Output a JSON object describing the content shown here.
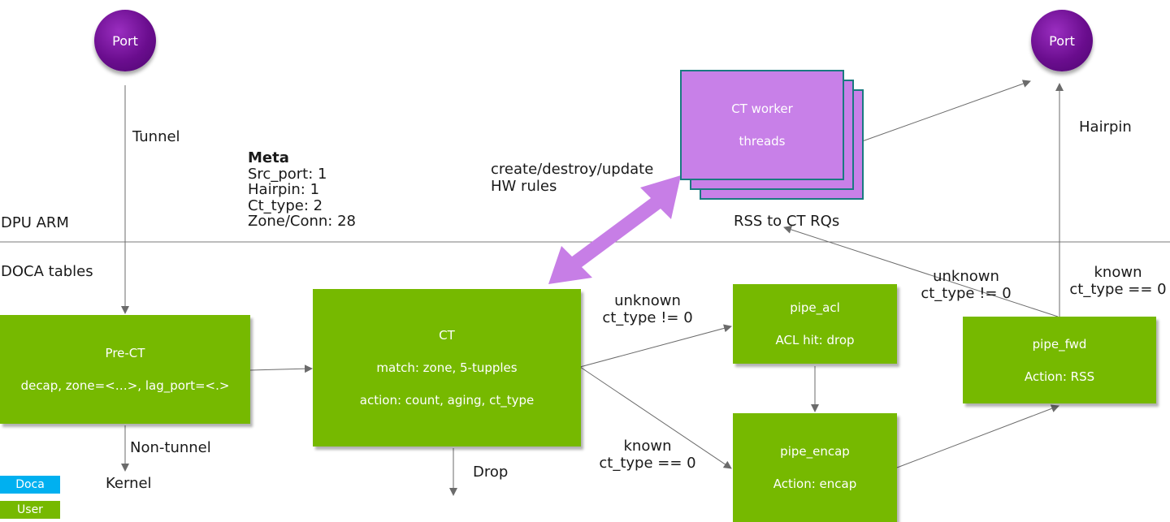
{
  "ports": {
    "left": "Port",
    "right": "Port"
  },
  "layers": {
    "top": "DPU ARM",
    "bottom": "DOCA tables"
  },
  "meta": {
    "title": "Meta",
    "lines": [
      "Src_port: 1",
      "Hairpin: 1",
      "Ct_type: 2",
      "Zone/Conn: 28"
    ]
  },
  "labels": {
    "tunnel": "Tunnel",
    "non_tunnel": "Non-tunnel",
    "kernel": "Kernel",
    "drop": "Drop",
    "hw_rules_1": "create/destroy/update",
    "hw_rules_2": "HW rules",
    "rss_to_ct": "RSS to CT RQs",
    "hairpin": "Hairpin",
    "ct_to_acl_1": "unknown",
    "ct_to_acl_2": "ct_type != 0",
    "ct_to_encap_1": "known",
    "ct_to_encap_2": "ct_type == 0",
    "fwd_to_rss_1": "unknown",
    "fwd_to_rss_2": "ct_type != 0",
    "fwd_to_port_1": "known",
    "fwd_to_port_2": "ct_type == 0"
  },
  "blocks": {
    "pre_ct": {
      "title": "Pre-CT",
      "line": "decap, zone=<…>, lag_port=<.>"
    },
    "ct": {
      "title": "CT",
      "line1": "match: zone, 5-tupples",
      "line2": "action: count, aging, ct_type"
    },
    "pipe_acl": {
      "title": "pipe_acl",
      "line": "ACL hit: drop"
    },
    "pipe_encap": {
      "title": "pipe_encap",
      "line": "Action: encap"
    },
    "pipe_fwd": {
      "title": "pipe_fwd",
      "line": "Action: RSS"
    },
    "workers": {
      "line1": "CT worker",
      "line2": "threads"
    }
  },
  "legend": {
    "doca": "Doca",
    "user": "User"
  },
  "colors": {
    "doca": "#00b0f0",
    "user": "#76b900",
    "port": "#6a0d8e",
    "worker": "#c880e8",
    "hw_arrow": "#c77ee6"
  }
}
